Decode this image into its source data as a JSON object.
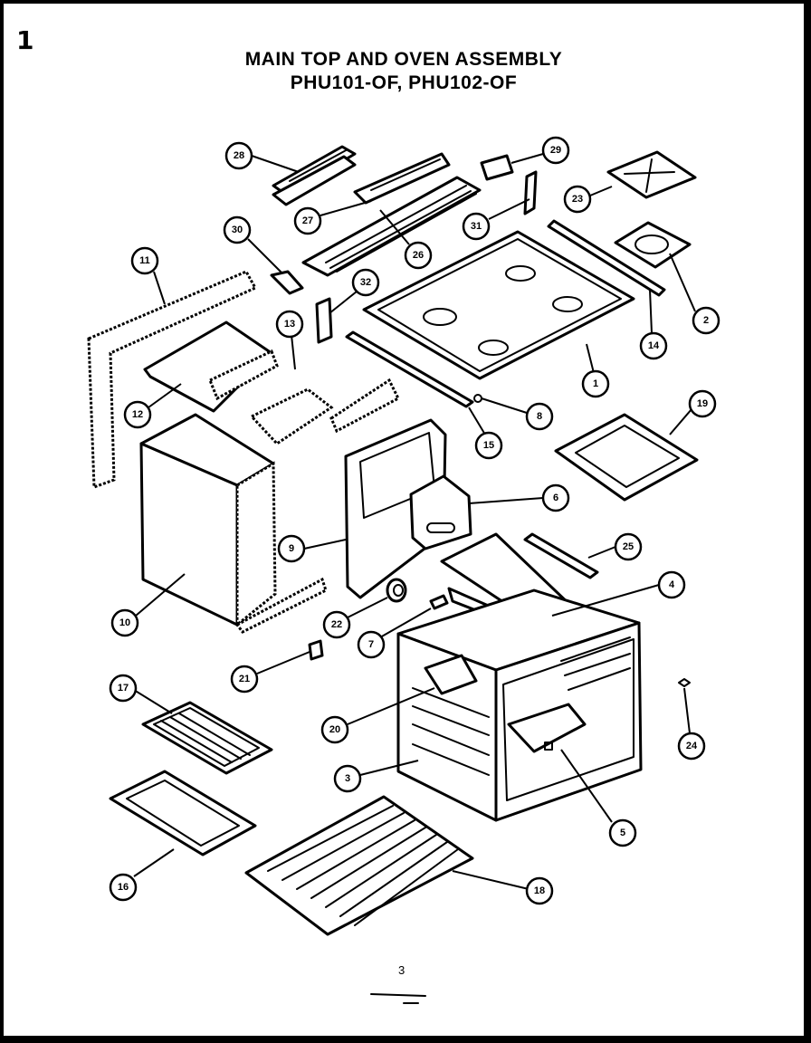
{
  "page": {
    "corner_number": "1",
    "title_line1": "MAIN TOP AND OVEN ASSEMBLY",
    "title_line2": "PHU101-OF, PHU102-OF",
    "page_number": "3"
  },
  "callouts": [
    {
      "label": "28"
    },
    {
      "label": "29"
    },
    {
      "label": "23"
    },
    {
      "label": "27"
    },
    {
      "label": "31"
    },
    {
      "label": "26"
    },
    {
      "label": "30"
    },
    {
      "label": "11"
    },
    {
      "label": "32"
    },
    {
      "label": "2"
    },
    {
      "label": "13"
    },
    {
      "label": "14"
    },
    {
      "label": "1"
    },
    {
      "label": "12"
    },
    {
      "label": "8"
    },
    {
      "label": "19"
    },
    {
      "label": "15"
    },
    {
      "label": "6"
    },
    {
      "label": "9"
    },
    {
      "label": "25"
    },
    {
      "label": "4"
    },
    {
      "label": "22"
    },
    {
      "label": "10"
    },
    {
      "label": "7"
    },
    {
      "label": "21"
    },
    {
      "label": "24"
    },
    {
      "label": "17"
    },
    {
      "label": "20"
    },
    {
      "label": "3"
    },
    {
      "label": "5"
    },
    {
      "label": "16"
    },
    {
      "label": "18"
    }
  ]
}
